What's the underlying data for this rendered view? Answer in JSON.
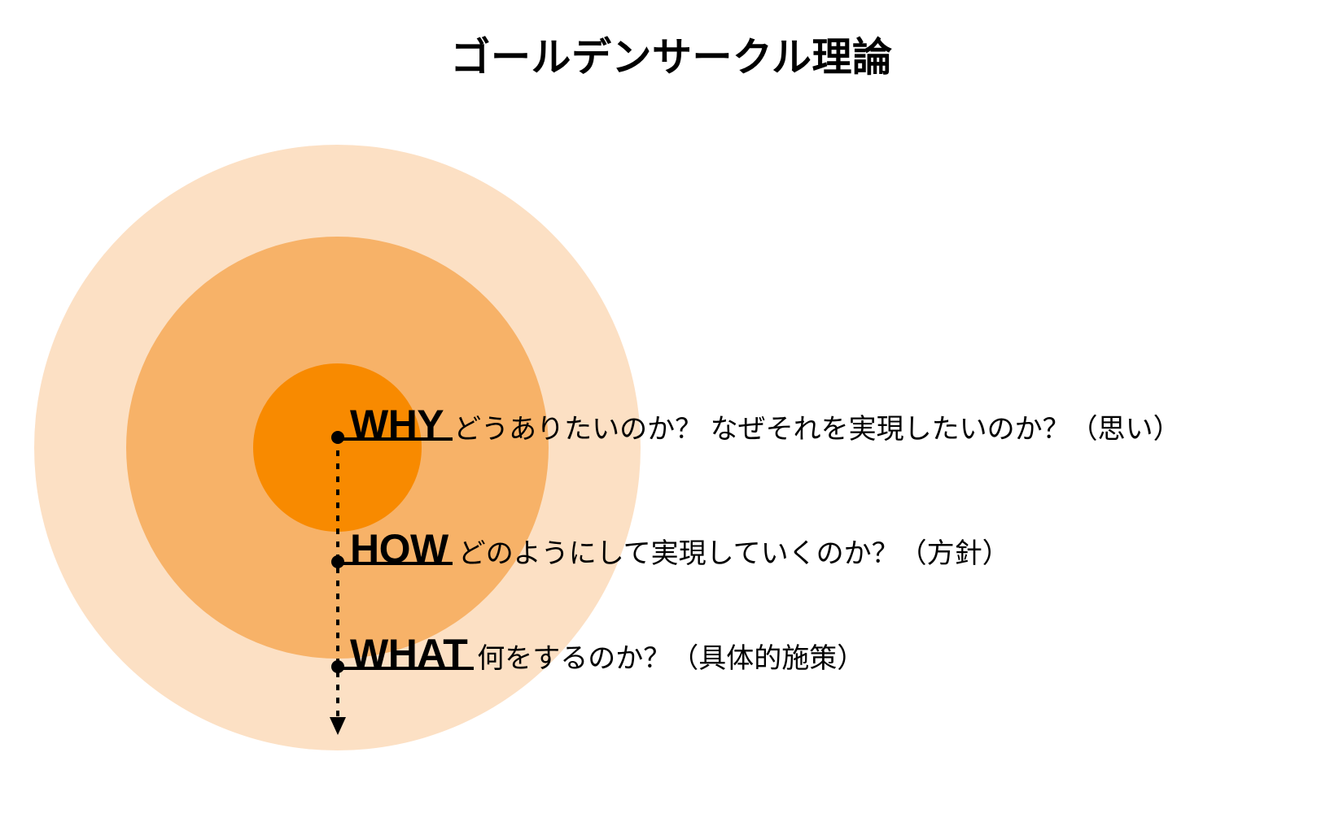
{
  "page": {
    "title": "ゴールデンサークル理論",
    "background_color": "#ffffff"
  },
  "colors": {
    "ring_outer": "#fce0c4",
    "ring_middle": "#f7b268",
    "ring_inner": "#f88a00",
    "text": "#000000",
    "connector": "#000000"
  },
  "diagram": {
    "type": "concentric-circles",
    "rings": [
      {
        "name": "outer-ring",
        "level": "WHAT",
        "color": "#fce0c4"
      },
      {
        "name": "middle-ring",
        "level": "HOW",
        "color": "#f7b268"
      },
      {
        "name": "inner-ring",
        "level": "WHY",
        "color": "#f88a00"
      }
    ],
    "levels": [
      {
        "key": "WHY",
        "description": "どうありたいのか？ なぜそれを実現したいのか？（思い）"
      },
      {
        "key": "HOW",
        "description": "どのようにして実現していくのか？（方針）"
      },
      {
        "key": "WHAT",
        "description": "何をするのか？（具体的施策）"
      }
    ],
    "connector": {
      "name": "dotted-flow-arrow",
      "direction": "downward",
      "node_count": 3
    }
  }
}
